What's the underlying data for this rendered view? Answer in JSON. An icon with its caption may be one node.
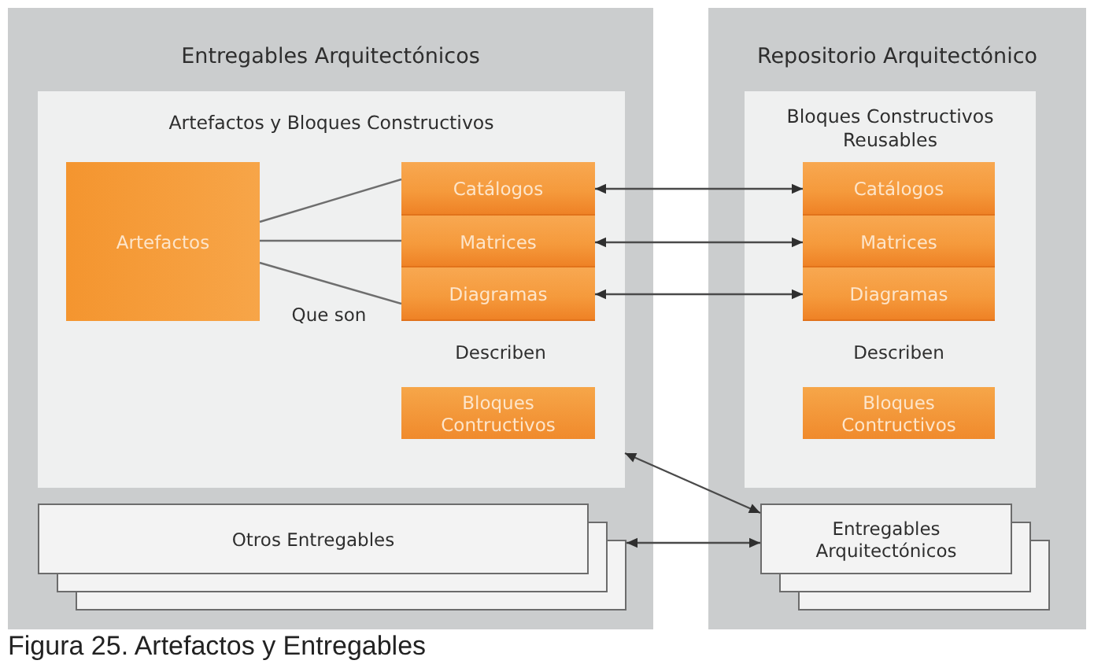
{
  "diagram": {
    "caption": "Figura 25. Artefactos y Entregables",
    "nodes": [
      {
        "text": [
          "Entregables Arquitectónicos"
        ]
      },
      {
        "text": [
          "Artefactos y Bloques Constructivos"
        ],
        "in": 0
      },
      {
        "text": [
          "Artefactos"
        ],
        "in": 1
      },
      {
        "text": [
          "Catálogos"
        ],
        "in": 1
      },
      {
        "text": [
          "Matrices"
        ],
        "in": 1
      },
      {
        "text": [
          "Diagramas"
        ],
        "in": 1
      },
      {
        "text": [
          "Bloques Contructivos"
        ],
        "in": 1
      },
      {
        "text": [
          "Otros Entregables"
        ],
        "in": 0
      },
      {
        "text": [
          "Repositorio Arquitectónico"
        ]
      },
      {
        "text": [
          "Bloques Constructivos Reusables"
        ],
        "in": 8
      },
      {
        "text": [
          "Catálogos"
        ],
        "in": 9
      },
      {
        "text": [
          "Matrices"
        ],
        "in": 9
      },
      {
        "text": [
          "Diagramas"
        ],
        "in": 9
      },
      {
        "text": [
          "Bloques Contructivos"
        ],
        "in": 9
      },
      {
        "text": [
          "Entregables Arquitectónicos"
        ],
        "in": 8
      }
    ],
    "edges": [
      {
        "from": 2,
        "to": 3,
        "arrow": "none"
      },
      {
        "from": 2,
        "to": 4,
        "arrow": "none"
      },
      {
        "from": 2,
        "to": 5,
        "arrow": "none"
      },
      {
        "from": 3,
        "to": 10,
        "arrow": "both"
      },
      {
        "from": 4,
        "to": 11,
        "arrow": "both"
      },
      {
        "from": 5,
        "to": 12,
        "arrow": "both"
      },
      {
        "from": 1,
        "to": 14,
        "arrow": "both"
      },
      {
        "from": 7,
        "to": 14,
        "arrow": "both"
      }
    ],
    "labels": [
      "Que son",
      "Describen",
      "Describen"
    ]
  }
}
